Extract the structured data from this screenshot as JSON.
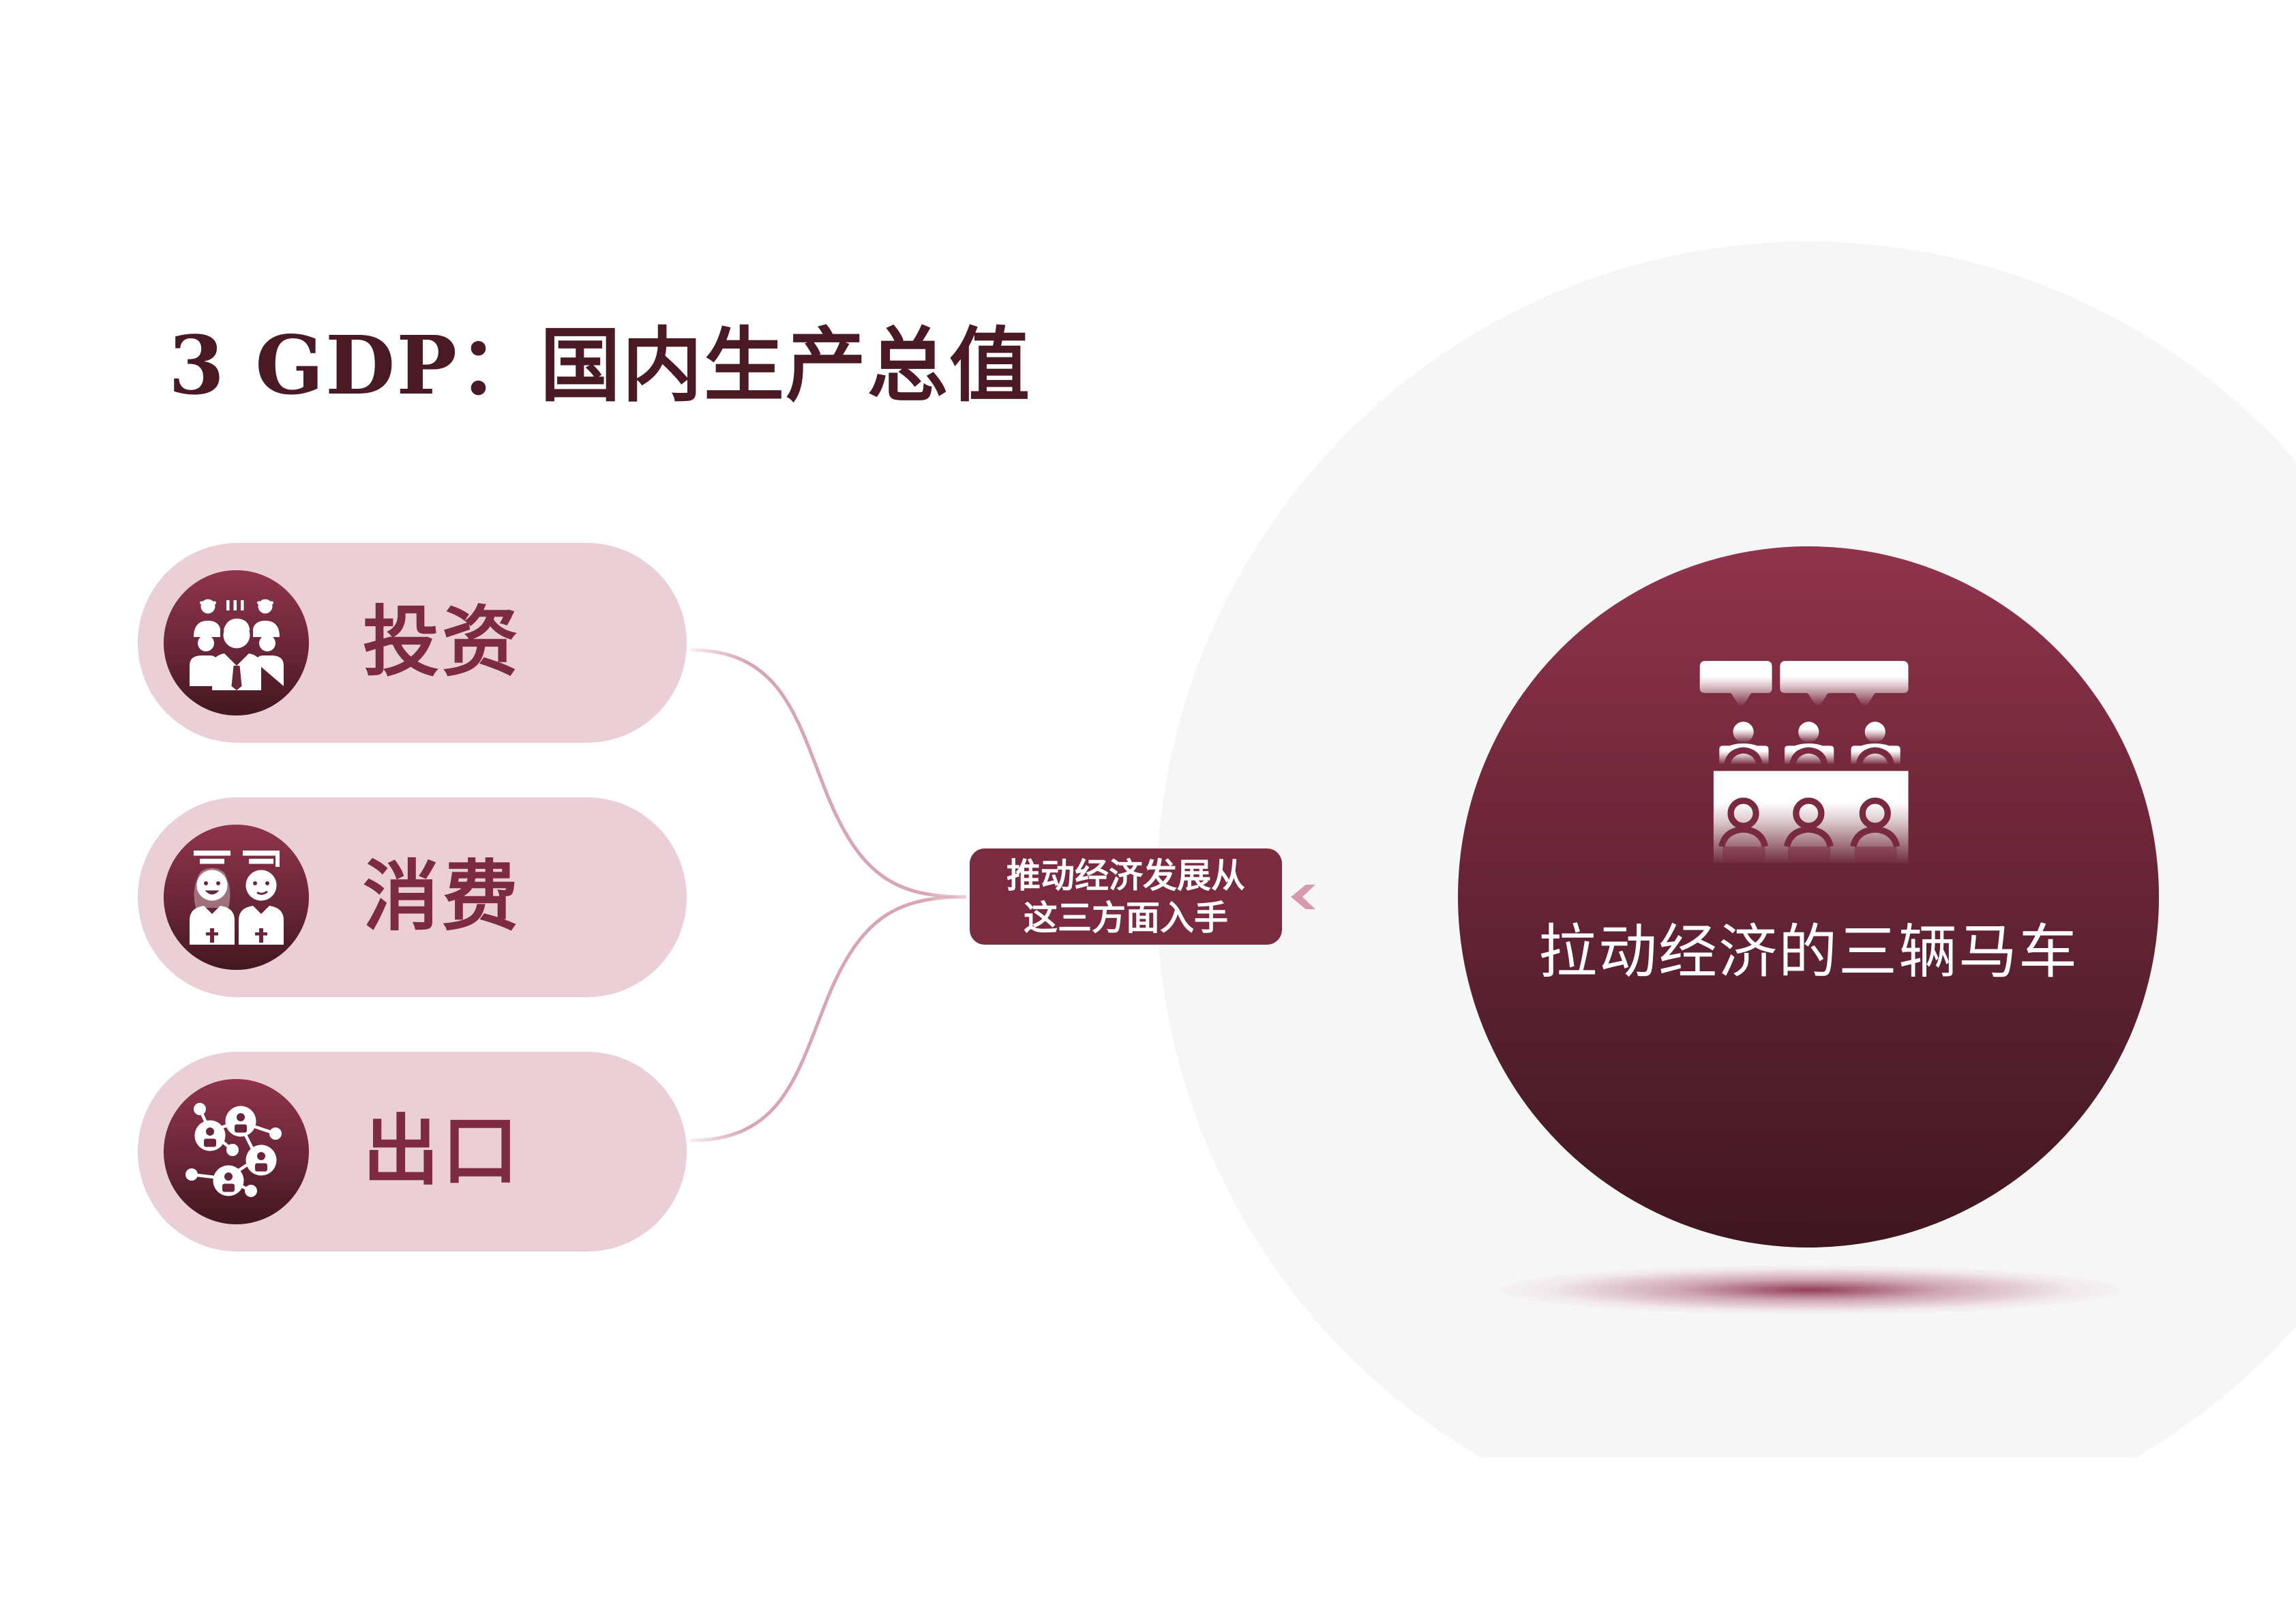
{
  "title": "3  GDP：国内生产总值",
  "colors": {
    "title": "#4a1a24",
    "pill_bg": "#ebcfd7",
    "pill_text": "#7d2b42",
    "accent": "#7b2b3f",
    "accent_dark": "#3f161f",
    "connector": "#d9a5b3",
    "background_circle": "#f6f6f6"
  },
  "factors": [
    {
      "label": "投资",
      "icon": "team-people-icon"
    },
    {
      "label": "消费",
      "icon": "graduates-couple-icon"
    },
    {
      "label": "出口",
      "icon": "network-people-icon"
    }
  ],
  "hub": {
    "line1": "推动经济发展从",
    "line2": "这三方面入手"
  },
  "main": {
    "label": "拉动经济的三辆马车",
    "icon": "conference-meeting-icon"
  }
}
